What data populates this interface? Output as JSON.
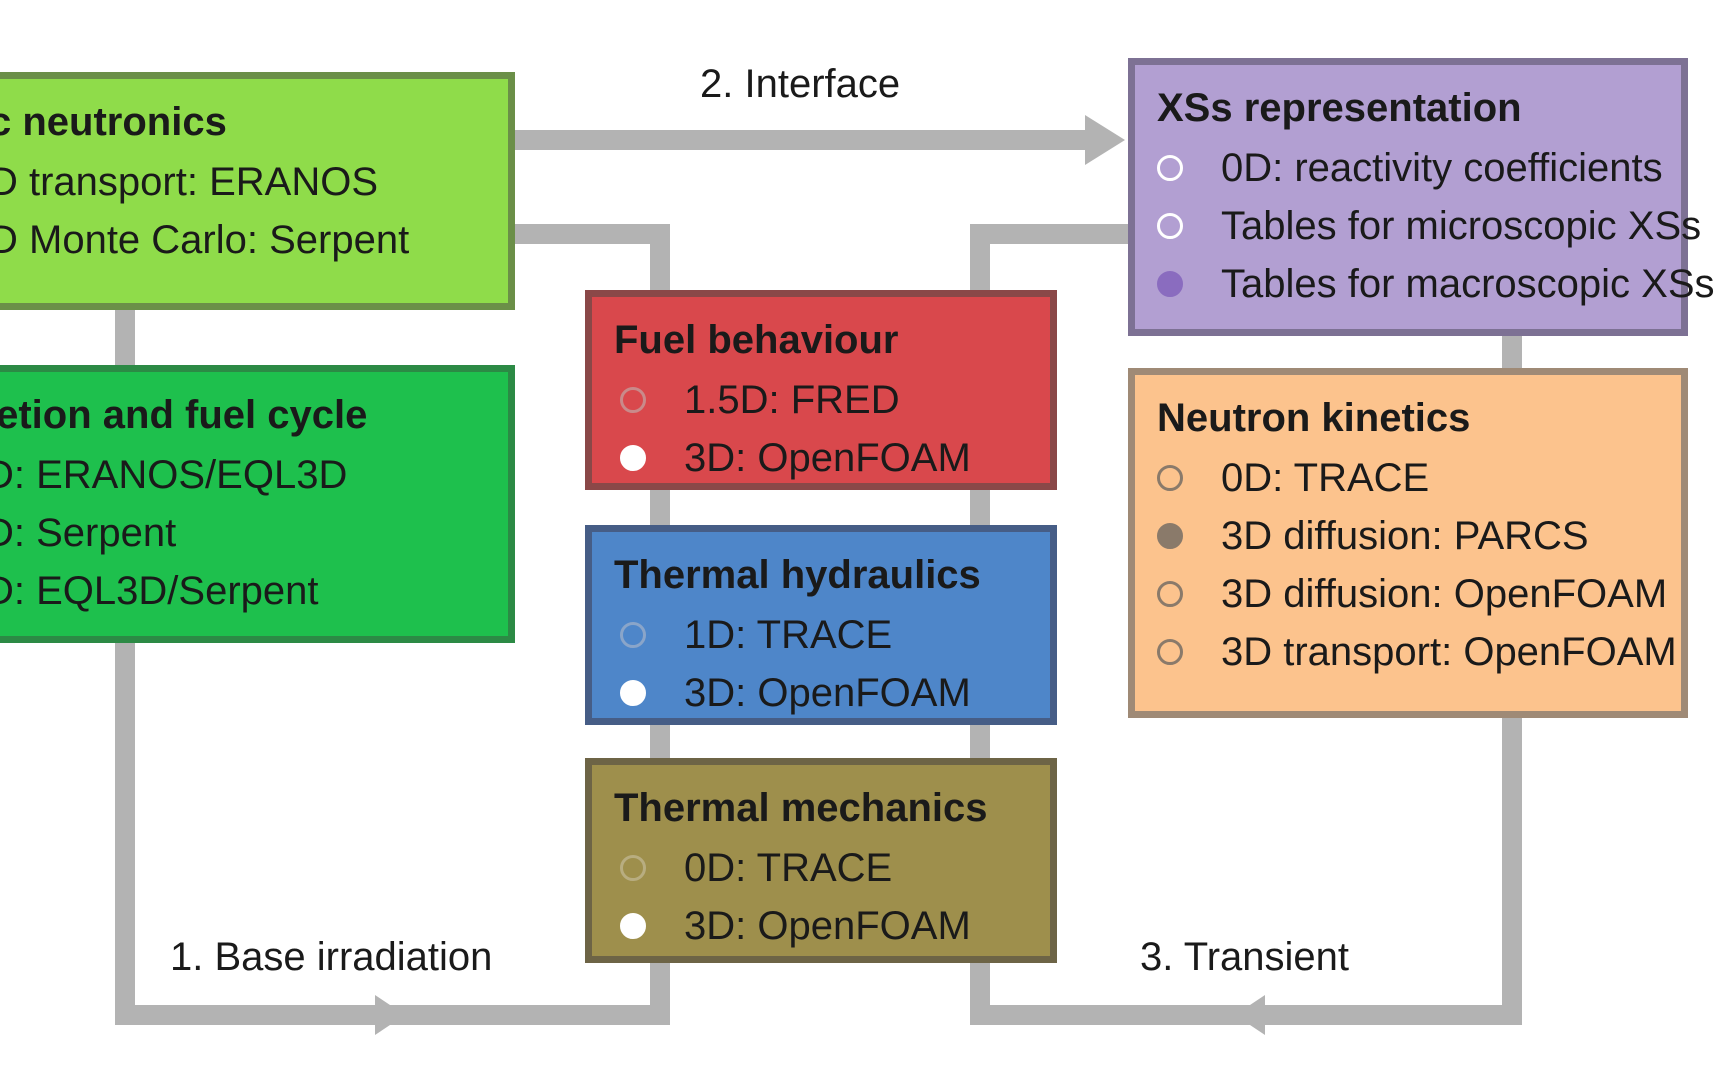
{
  "labels": {
    "interface": "2. Interface",
    "base_irradiation": "1. Base irradiation",
    "transient": "3. Transient"
  },
  "boxes": {
    "neutronics": {
      "title": "c neutronics",
      "items": [
        "D transport: ERANOS",
        "D Monte Carlo: Serpent"
      ]
    },
    "depletion": {
      "title": "letion and fuel cycle",
      "items": [
        "D: ERANOS/EQL3D",
        "D: Serpent",
        "D: EQL3D/Serpent"
      ]
    },
    "fuel_behavior": {
      "title": "Fuel behaviour",
      "items": [
        "1.5D: FRED",
        "3D: OpenFOAM"
      ]
    },
    "thermal_hydraulics": {
      "title": "Thermal hydraulics",
      "items": [
        "1D: TRACE",
        "3D: OpenFOAM"
      ]
    },
    "thermal_mechanics": {
      "title": "Thermal mechanics",
      "items": [
        "0D: TRACE",
        "3D: OpenFOAM"
      ]
    },
    "xs_representation": {
      "title": "XSs representation",
      "items": [
        "0D: reactivity coefficients",
        "Tables for microscopic XSs",
        "Tables for macroscopic XSs"
      ]
    },
    "neutron_kinetics": {
      "title": "Neutron kinetics",
      "items": [
        "0D: TRACE",
        "3D diffusion: PARCS",
        "3D diffusion: OpenFOAM",
        "3D transport: OpenFOAM"
      ]
    }
  },
  "colors": {
    "neutronics": "#8fdc4a",
    "depletion": "#1ec04d",
    "fuel_behavior": "#d9484c",
    "thermal_hydraulics": "#4e86c9",
    "thermal_mechanics": "#9e8f4c",
    "xs_representation": "#b29fd2",
    "neutron_kinetics": "#fcc38d",
    "connector": "#b3b3b3"
  }
}
